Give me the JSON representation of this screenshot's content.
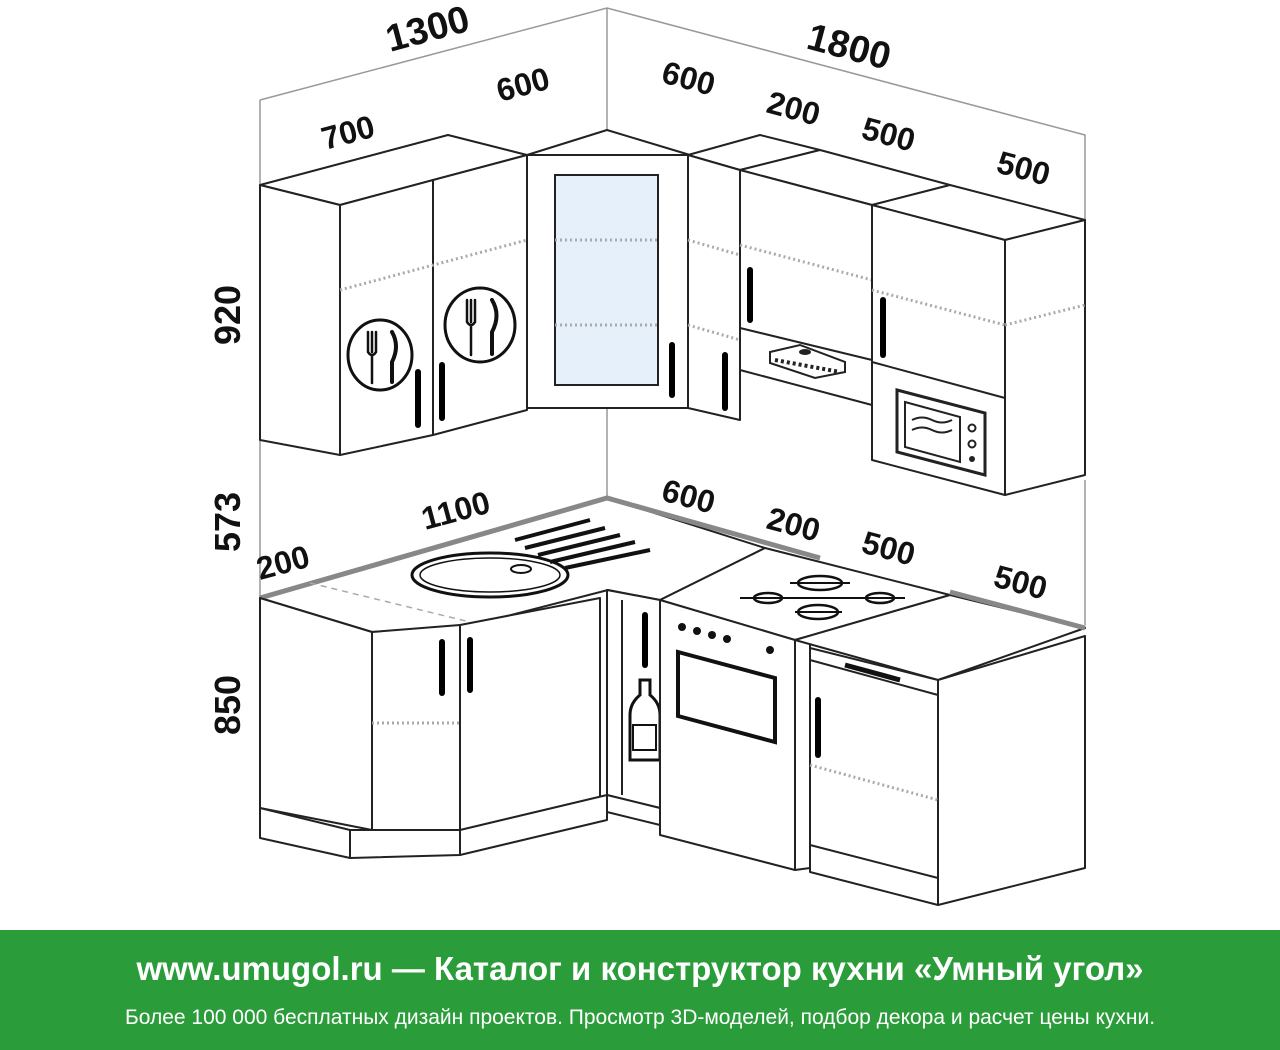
{
  "dimensions": {
    "top_total_left": "1300",
    "top_total_right": "1800",
    "upper_left_700": "700",
    "upper_left_600": "600",
    "upper_right_600": "600",
    "upper_right_200": "200",
    "upper_right_500a": "500",
    "upper_right_500b": "500",
    "height_upper": "920",
    "height_gap": "573",
    "height_base": "850",
    "base_left_200": "200",
    "base_left_1100": "1100",
    "base_right_600": "600",
    "base_right_200": "200",
    "base_right_500a": "500",
    "base_right_500b": "500"
  },
  "icons": {
    "cutlery": "cutlery-icon",
    "bottle": "bottle-icon",
    "microwave": "microwave-icon",
    "hood": "range-hood-icon",
    "sink": "sink-icon",
    "hob": "gas-hob-icon",
    "oven": "oven-icon"
  },
  "colors": {
    "footer_bg": "#2a9d3a",
    "footer_text": "#ffffff"
  },
  "footer": {
    "title": "www.umugol.ru — Каталог и конструктор кухни «Умный угол»",
    "subtitle": "Более 100 000 бесплатных дизайн проектов. Просмотр 3D-моделей, подбор декора и расчет цены кухни."
  }
}
